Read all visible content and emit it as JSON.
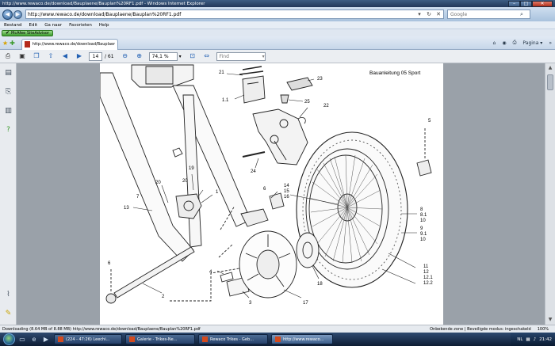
{
  "window": {
    "title": "http://www.rewaco.de/download/Bauplaene/Bauplan%20RF1.pdf - Windows Internet Explorer",
    "minimize": "–",
    "maximize": "□",
    "close": "✕"
  },
  "address": {
    "url": "http://www.rewaco.de/download/Bauplaene/Bauplan%20RF1.pdf",
    "search_placeholder": "Google"
  },
  "menu": [
    "Bestand",
    "Edit",
    "Ga naar",
    "Favorieten",
    "Help"
  ],
  "links": {
    "button": "McAfee SiteAdvisor"
  },
  "tab": {
    "label": "http://www.rewaco.de/download/Bauplaene/Ba..."
  },
  "tools": {
    "page": "Pagina ▾",
    "extra": "»"
  },
  "pdf_toolbar": {
    "page_current": "14",
    "page_total": "/ 61",
    "zoom": "74,1 %",
    "find": "Find"
  },
  "drawing": {
    "title": "Bauanleitung 05 Sport",
    "labels": {
      "l21": "21",
      "l23": "23",
      "l11": "1.1",
      "l25": "25",
      "l22": "22",
      "l5": "5",
      "l24": "24",
      "l20": "20",
      "l19": "19",
      "l20b": "20",
      "l7": "7",
      "l1": "1",
      "l13": "13",
      "l6a": "6",
      "l14": "14",
      "l15": "15",
      "l16": "16",
      "l8": "8",
      "l81": "8.1",
      "l10": "10",
      "l9": "9",
      "l91": "9.1",
      "l10b": "10",
      "l6": "6",
      "l4": "4",
      "l2": "2",
      "l3": "3",
      "l18": "18",
      "l17": "17",
      "l11b": "11",
      "l12": "12",
      "l121": "12.1",
      "l122": "12.2"
    }
  },
  "status": {
    "left": "Downloading (8.64 MB of 8.88 MB)   http://www.rewaco.de/download/Bauplaene/Bauplan%20RF1.pdf",
    "zone": "Onbekende zone | Beveiligde modus: ingeschakeld",
    "zoom": "100%"
  },
  "taskbar": {
    "tasks": [
      "(224 - 47:26) Leechi...",
      "Galerie - Trikes-Ne...",
      "Rewaco Trikes - Geb...",
      "http://www.rewaco..."
    ],
    "lang": "NL",
    "clock": "21:42"
  }
}
